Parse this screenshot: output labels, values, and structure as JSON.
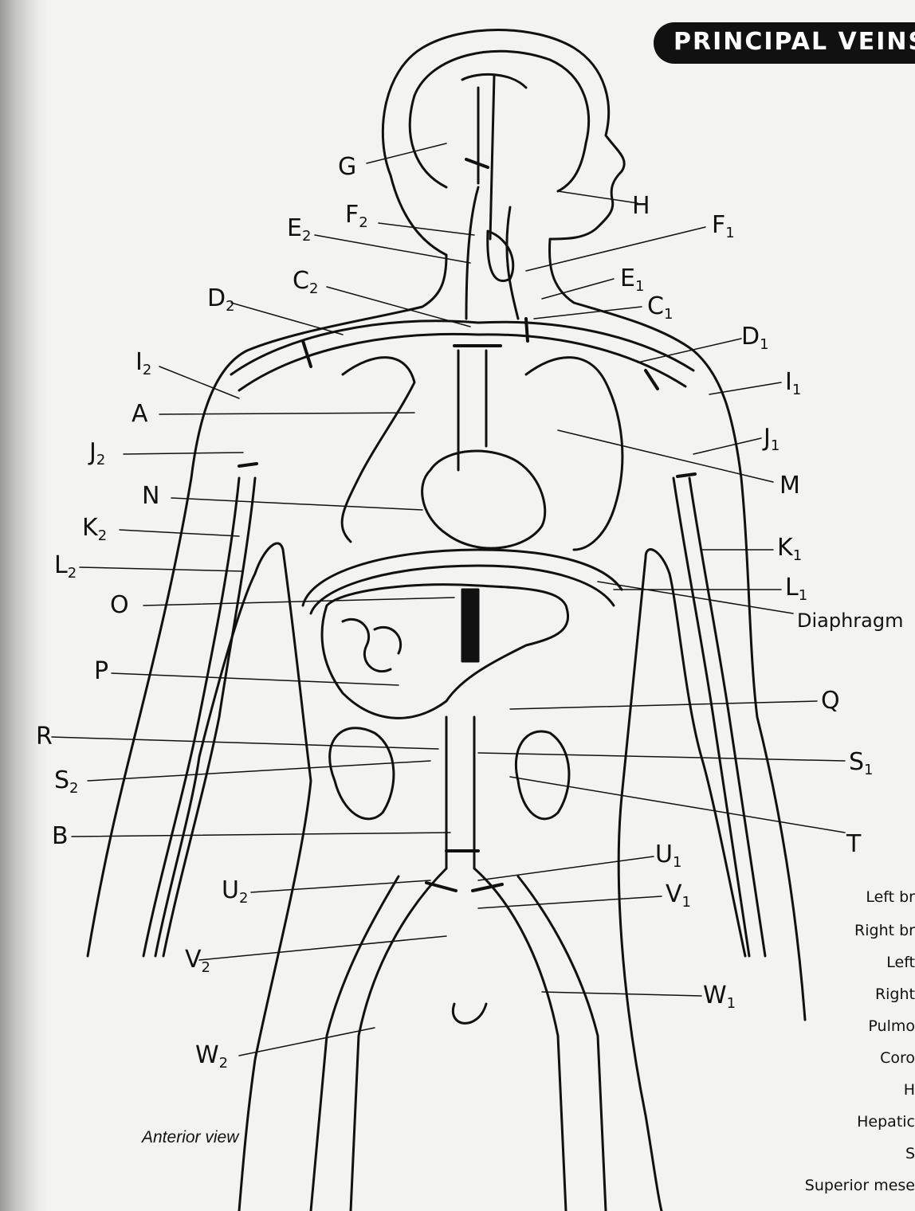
{
  "title": "PRINCIPAL VEINS",
  "caption": "Anterior view",
  "diaphragm_label": "Diaphragm",
  "labels": {
    "G": "G",
    "H": "H",
    "F2": "F",
    "F2_sub": "2",
    "E2": "E",
    "E2_sub": "2",
    "C2": "C",
    "C2_sub": "2",
    "D2": "D",
    "D2_sub": "2",
    "I2": "I",
    "I2_sub": "2",
    "A": "A",
    "J2": "J",
    "J2_sub": "2",
    "N": "N",
    "K2": "K",
    "K2_sub": "2",
    "L2": "L",
    "L2_sub": "2",
    "O": "O",
    "P": "P",
    "R": "R",
    "S2": "S",
    "S2_sub": "2",
    "B": "B",
    "U2": "U",
    "U2_sub": "2",
    "V2": "V",
    "V2_sub": "2",
    "W2": "W",
    "W2_sub": "2",
    "F1": "F",
    "F1_sub": "1",
    "E1": "E",
    "E1_sub": "1",
    "C1": "C",
    "C1_sub": "1",
    "D1": "D",
    "D1_sub": "1",
    "I1": "I",
    "I1_sub": "1",
    "J1": "J",
    "J1_sub": "1",
    "M": "M",
    "K1": "K",
    "K1_sub": "1",
    "L1": "L",
    "L1_sub": "1",
    "Q": "Q",
    "S1": "S",
    "S1_sub": "1",
    "T": "T",
    "U1": "U",
    "U1_sub": "1",
    "V1": "V",
    "V1_sub": "1",
    "W1": "W",
    "W1_sub": "1"
  },
  "key_fragments": [
    "Left br",
    "Right br",
    "Left",
    "Right",
    "Pulmo",
    "Coro",
    "H",
    "Hepatic",
    "S",
    "Superior mese"
  ]
}
